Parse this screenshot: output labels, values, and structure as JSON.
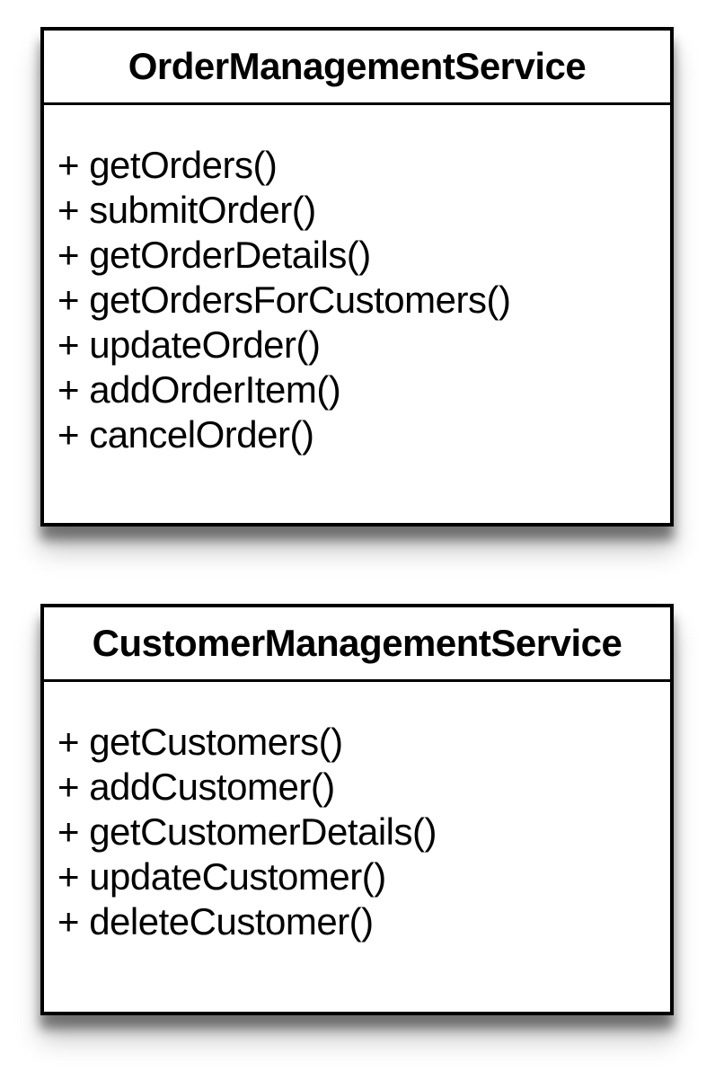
{
  "page": {
    "background": "#ffffff"
  },
  "diagram": {
    "type": "uml-class-diagram",
    "colors": {
      "box_fill": "#ffffff",
      "border": "#000000",
      "text": "#000000"
    },
    "classes": [
      {
        "name": "OrderManagementService",
        "methods": [
          "+ getOrders()",
          "+ submitOrder()",
          "+ getOrderDetails()",
          "+ getOrdersForCustomers()",
          "+ updateOrder()",
          "+ addOrderItem()",
          "+ cancelOrder()"
        ]
      },
      {
        "name": "CustomerManagementService",
        "methods": [
          "+ getCustomers()",
          "+ addCustomer()",
          "+ getCustomerDetails()",
          "+ updateCustomer()",
          "+ deleteCustomer()"
        ]
      }
    ]
  }
}
